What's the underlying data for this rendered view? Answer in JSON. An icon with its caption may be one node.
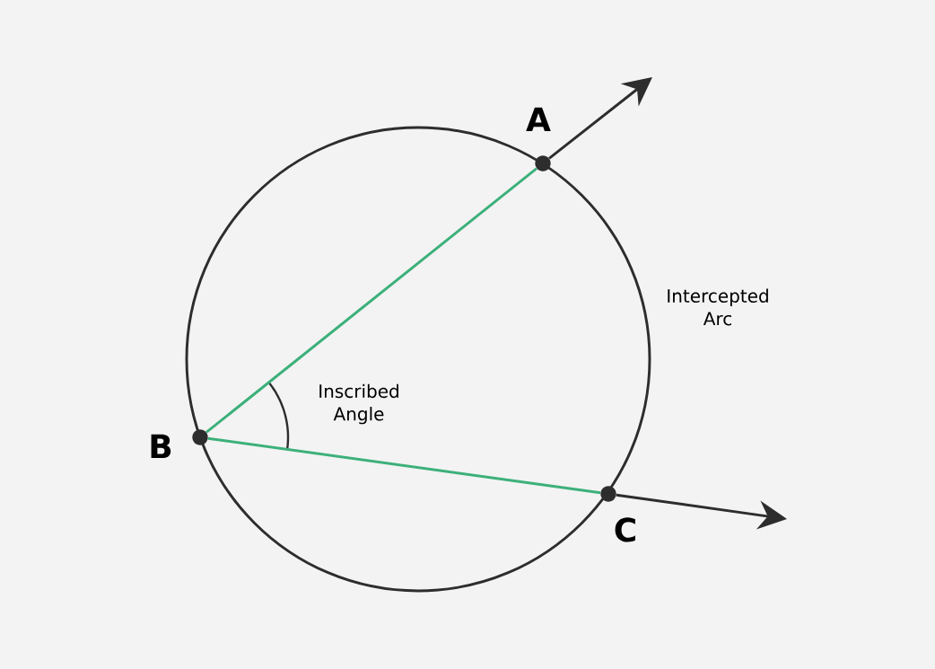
{
  "diagram": {
    "nodes": [
      {
        "text": [],
        "shape": "circle",
        "beside": [
          "A"
        ]
      },
      {
        "text": [],
        "shape": "circle",
        "beside": [
          "B"
        ]
      },
      {
        "text": [],
        "shape": "circle",
        "beside": [
          "C"
        ]
      }
    ],
    "edges": [
      {
        "from": 1,
        "to": 0,
        "arrow": "none",
        "color": "#3cb07a"
      },
      {
        "from": 1,
        "to": 2,
        "arrow": "none",
        "color": "#3cb07a"
      },
      {
        "from": 0,
        "to": null,
        "arrow": "to",
        "color": "#2d2d2d"
      },
      {
        "from": 2,
        "to": null,
        "arrow": "to",
        "color": "#2d2d2d"
      }
    ],
    "labels": [
      "Intercepted Arc",
      "Inscribed Angle"
    ]
  }
}
